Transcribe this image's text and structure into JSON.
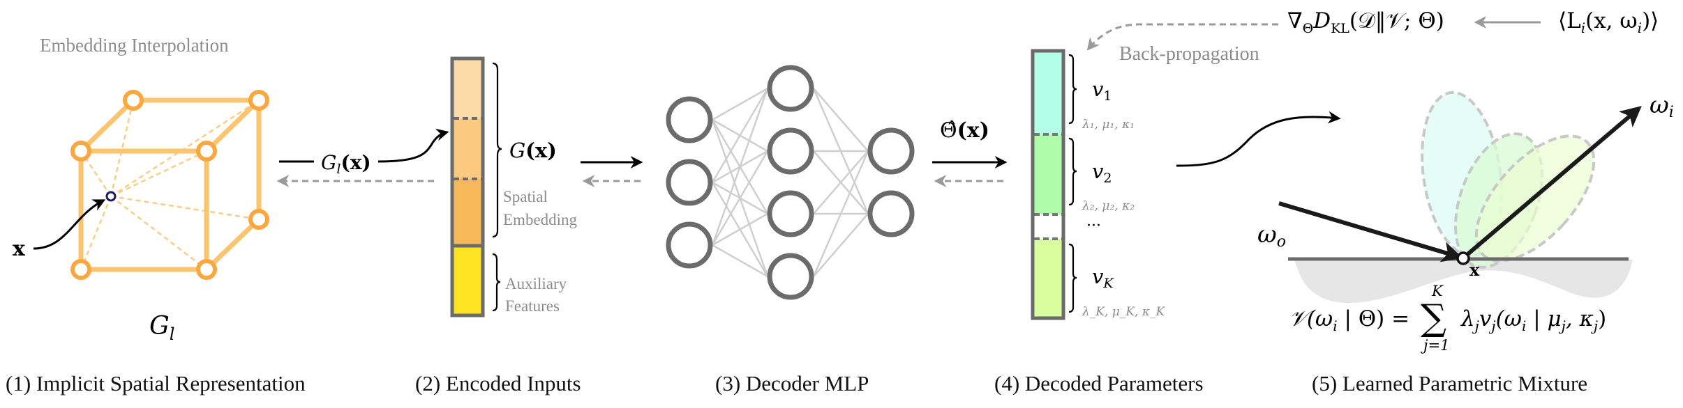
{
  "colors": {
    "cube_node": "#f9a73e",
    "cube_edge": "#fbc570",
    "query_point": "#1e1a5e",
    "bar_border": "#6b6b6b",
    "embed_seg_1": "#fcdba9",
    "embed_seg_2": "#fbc97f",
    "embed_seg_3": "#f7b85a",
    "aux_seg": "#fde324",
    "param_v1": "#b4fde6",
    "param_v2": "#aefcab",
    "param_vK": "#dafd9d",
    "mlp_node": "#6b6b6b",
    "mlp_edge": "#cfcfcf",
    "annotation": "#8c8c8c",
    "lobe_1": "#e2fdf5",
    "lobe_2": "#d9fbd6",
    "lobe_3": "#eafdd1",
    "lobe_outline": "#c8c8c8",
    "surface": "#6b6b6b",
    "surface_shadow": "#e6e6e6"
  },
  "stage1": {
    "title": "Embedding Interpolation",
    "point_label": "x",
    "grid_label": "G",
    "grid_sub": "l",
    "output_label": "G",
    "output_sub": "l",
    "output_arg": "(x)",
    "caption": "(1) Implicit Spatial Representation"
  },
  "stage2": {
    "brace_label": "G",
    "brace_arg": "(x)",
    "spatial_line1": "Spatial",
    "spatial_line2": "Embedding",
    "aux_line1": "Auxiliary",
    "aux_line2": "Features",
    "caption": "(2) Encoded Inputs"
  },
  "stage3": {
    "layers": [
      3,
      4,
      2
    ],
    "output_label": "Θ̂",
    "output_arg": "(x)",
    "caption": "(3) Decoder MLP"
  },
  "stage4": {
    "components": [
      {
        "name": "v",
        "sub": "1",
        "params": "λ₁, μ₁, κ₁"
      },
      {
        "name": "v",
        "sub": "2",
        "params": "λ₂, μ₂, κ₂"
      },
      {
        "name": "v",
        "sub": "K",
        "params": "λ_K, μ_K, κ_K"
      }
    ],
    "ellipsis": "···",
    "caption": "(4) Decoded Parameters"
  },
  "stage5": {
    "incoming_label": "ω",
    "incoming_sub": "o",
    "outgoing_label": "ω",
    "outgoing_sub": "i",
    "point_label": "x",
    "formula": {
      "lhs": "𝒱(ω",
      "lhs_sub": "i",
      "lhs_rest": " | Θ) =",
      "sum_top": "K",
      "sum_bottom": "j=1",
      "rhs": "λ",
      "rhs_parts": [
        "j",
        "v",
        "j",
        "(ω",
        "i",
        " | μ",
        "j",
        ", κ",
        "j",
        ")"
      ]
    },
    "caption": "(5) Learned Parametric Mixture"
  },
  "backprop": {
    "gradient": "∇",
    "gradient_sub": "Θ",
    "divergence": "D",
    "divergence_sub": "KL",
    "divergence_args": "(𝒟‖𝒱; Θ)",
    "target": "⟨L",
    "target_sub": "i",
    "target_args": "(x, ω",
    "target_args_sub": "i",
    "target_close": ")⟩",
    "label": "Back-propagation"
  }
}
